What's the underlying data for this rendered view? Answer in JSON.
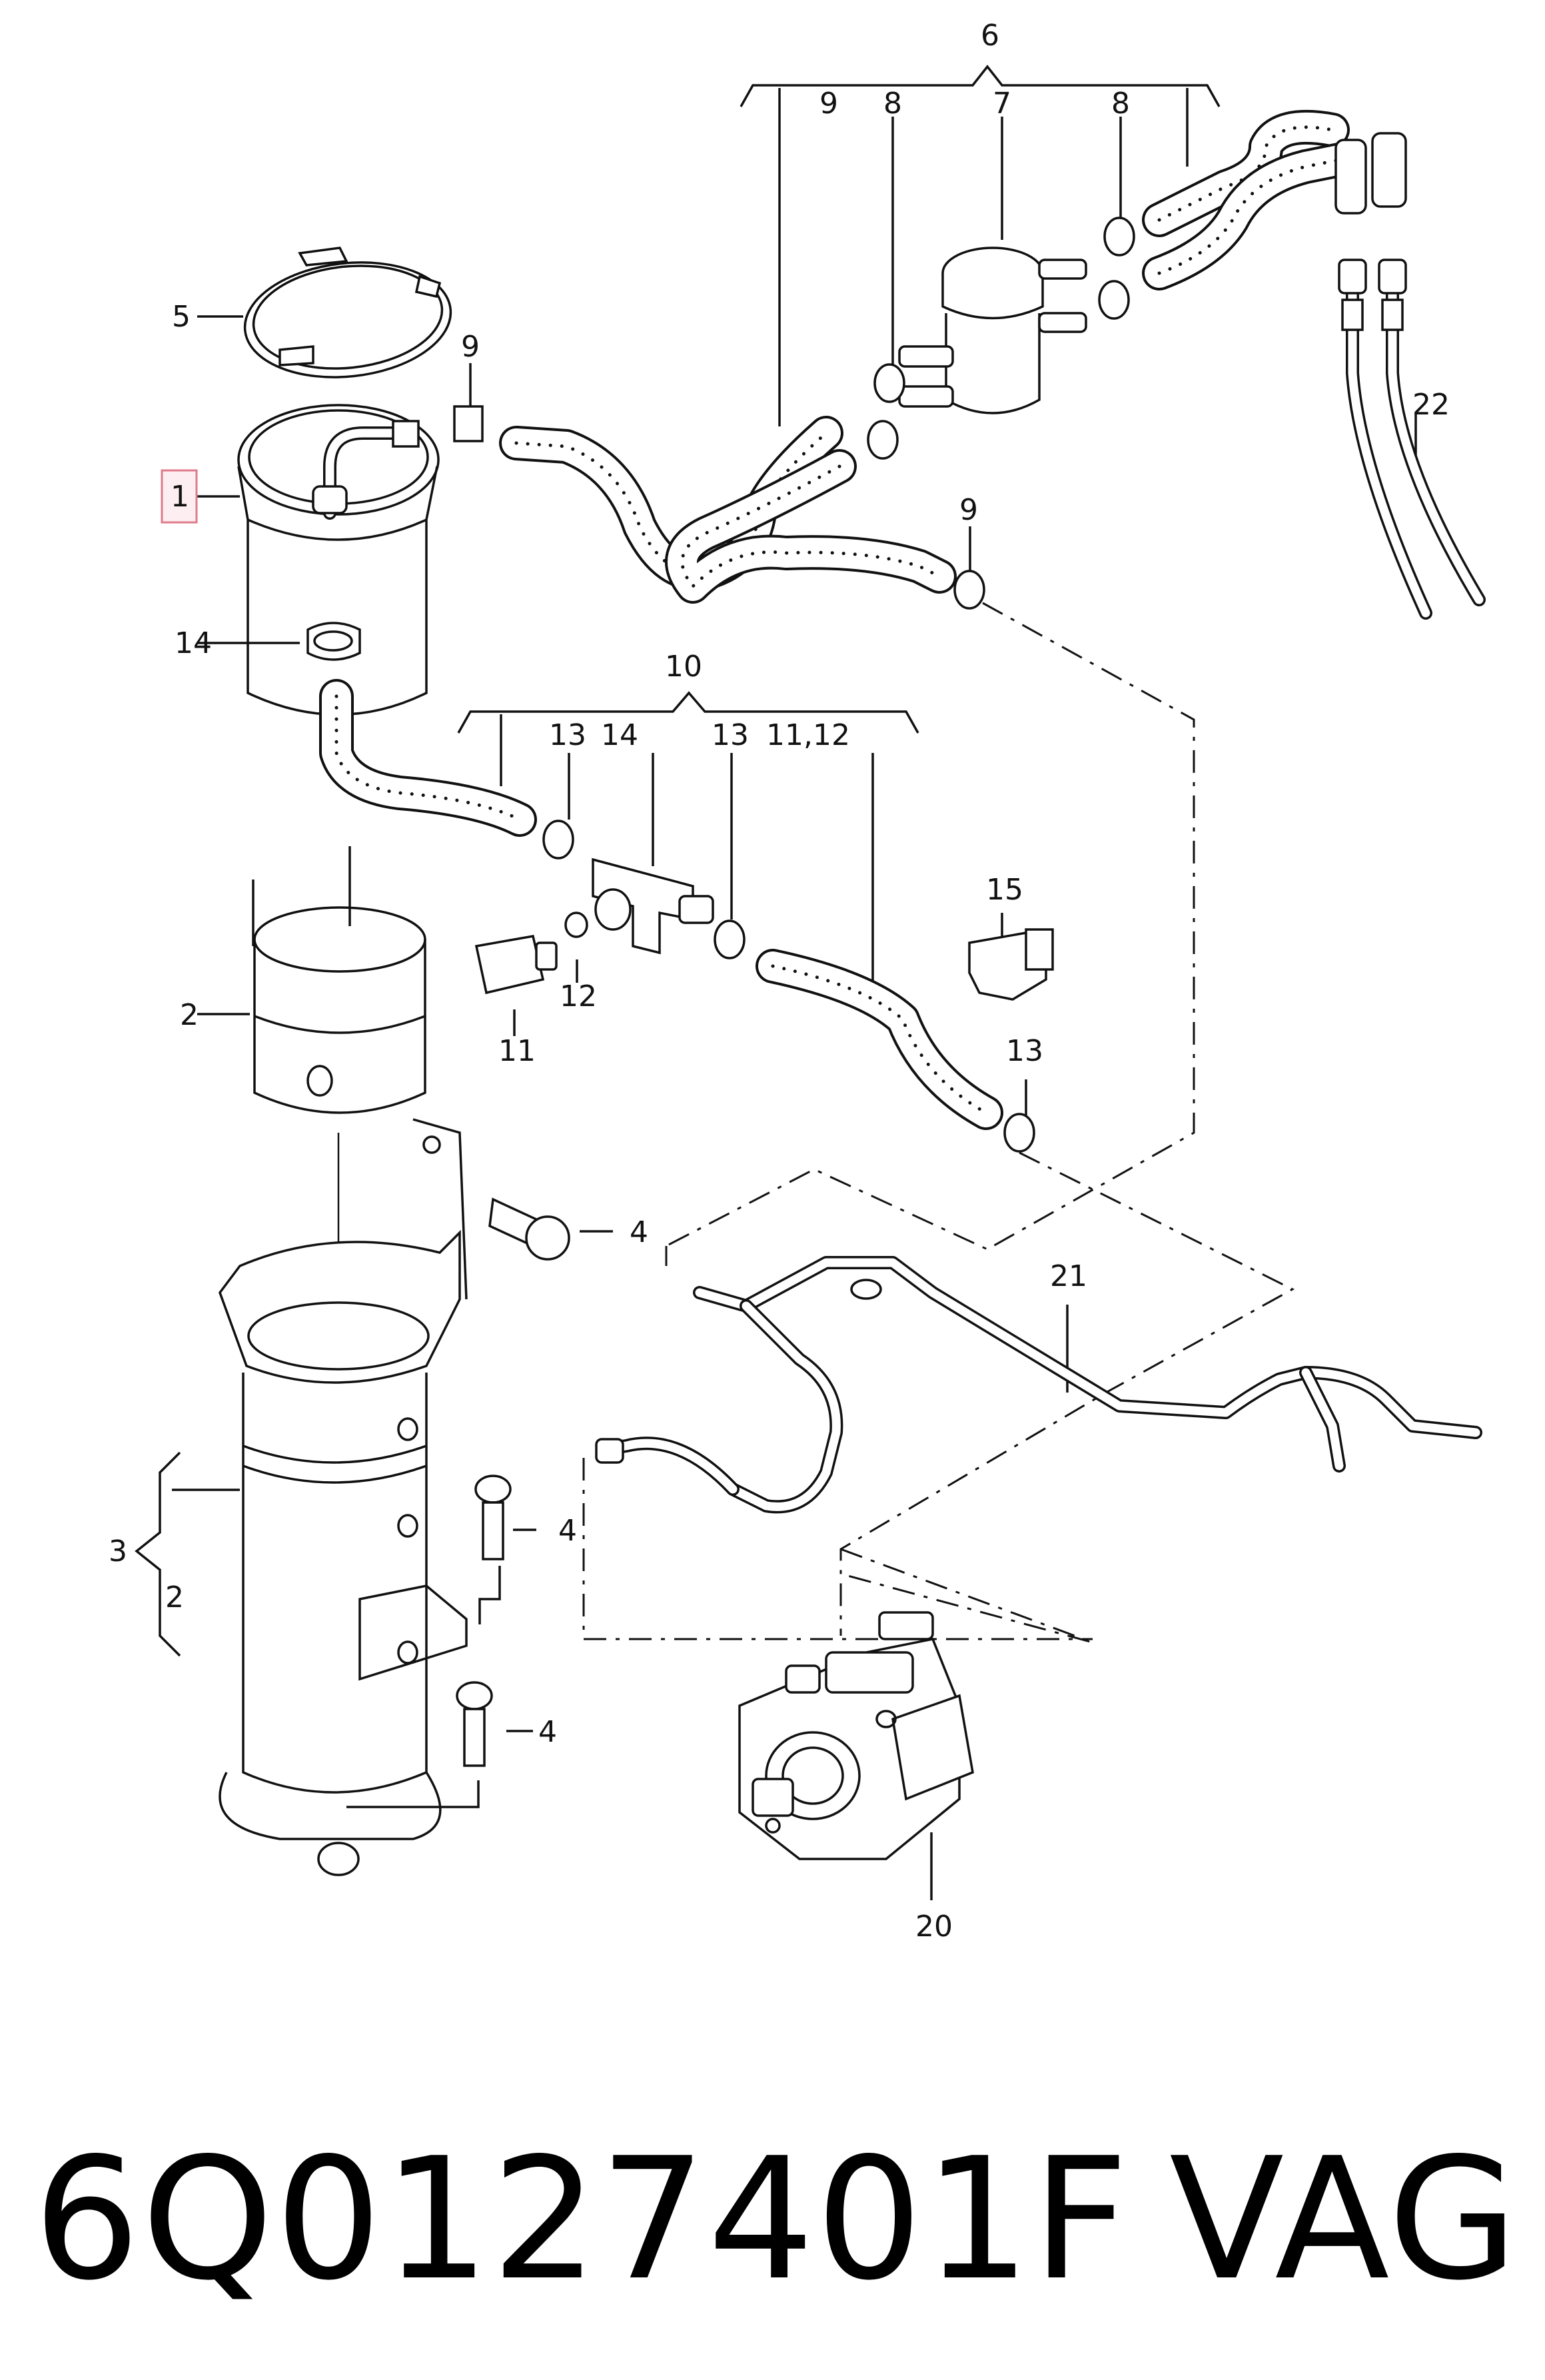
{
  "callouts": {
    "c1": "1",
    "c2a": "2",
    "c2b": "2",
    "c3": "3",
    "c4a": "4",
    "c4b": "4",
    "c4c": "4",
    "c5": "5",
    "c6": "6",
    "c7": "7",
    "c8a": "8",
    "c8b": "8",
    "c9a": "9",
    "c9b": "9",
    "c9c": "9",
    "c10": "10",
    "c11": "11",
    "c1112": "11,12",
    "c12": "12",
    "c13a": "13",
    "c13b": "13",
    "c13c": "13",
    "c14a": "14",
    "c14b": "14",
    "c15": "15",
    "c20": "20",
    "c21": "21",
    "c22": "22"
  },
  "footer": {
    "part_number": "6Q0127401F",
    "brand": "VAG"
  },
  "highlight": {
    "callout": "1",
    "color": "#e07a8a"
  }
}
